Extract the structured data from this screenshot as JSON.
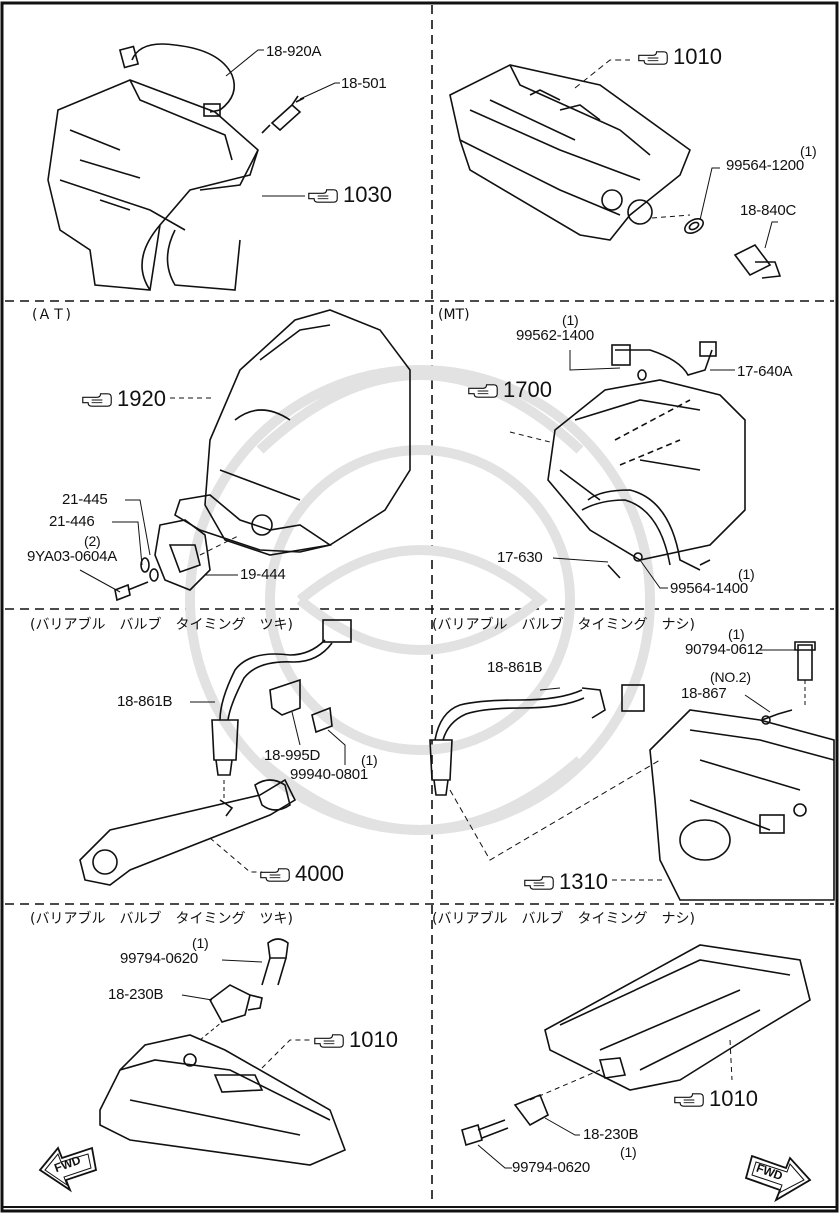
{
  "sections": [
    {
      "id": "s1",
      "labels": {
        "part1": "18-920A",
        "part2": "18-501"
      },
      "ref": "1030"
    },
    {
      "id": "s2",
      "labels": {
        "part1": "99564-1200",
        "part1_qty": "(1)",
        "part2": "18-840C"
      },
      "ref": "1010"
    },
    {
      "id": "s3",
      "title": "(ＡＴ)",
      "labels": {
        "p1": "21-445",
        "p2": "21-446",
        "p3_qty": "(2)",
        "p3": "9YA03-0604A",
        "p4": "19-444"
      },
      "ref": "1920"
    },
    {
      "id": "s4",
      "title": "(MT)",
      "labels": {
        "p1_qty": "(1)",
        "p1": "99562-1400",
        "p2": "17-640A",
        "p3": "17-630",
        "p4_qty": "(1)",
        "p4": "99564-1400"
      },
      "ref": "1700"
    },
    {
      "id": "s5",
      "title": "(バリアブル　バルブ　タイミング　ツキ)",
      "labels": {
        "p1": "18-861B",
        "p2": "18-995D",
        "p3_qty": "(1)",
        "p3": "99940-0801"
      },
      "ref": "4000"
    },
    {
      "id": "s6",
      "title": "(バリアブル　バルブ　タイミング　ナシ)",
      "labels": {
        "p1_qty": "(1)",
        "p1": "90794-0612",
        "p2": "18-861B",
        "p3_qty": "(NO.2)",
        "p3": "18-867"
      },
      "ref": "1310"
    },
    {
      "id": "s7",
      "title": "(バリアブル　バルブ　タイミング　ツキ)",
      "labels": {
        "p1_qty": "(1)",
        "p1": "99794-0620",
        "p2": "18-230B"
      },
      "ref": "1010",
      "fwd": "FWD"
    },
    {
      "id": "s8",
      "title": "(バリアブル　バルブ　タイミング　ナシ)",
      "labels": {
        "p1": "18-230B",
        "p2_qty": "(1)",
        "p2": "99794-0620"
      },
      "ref": "1010",
      "fwd": "FWD"
    }
  ]
}
